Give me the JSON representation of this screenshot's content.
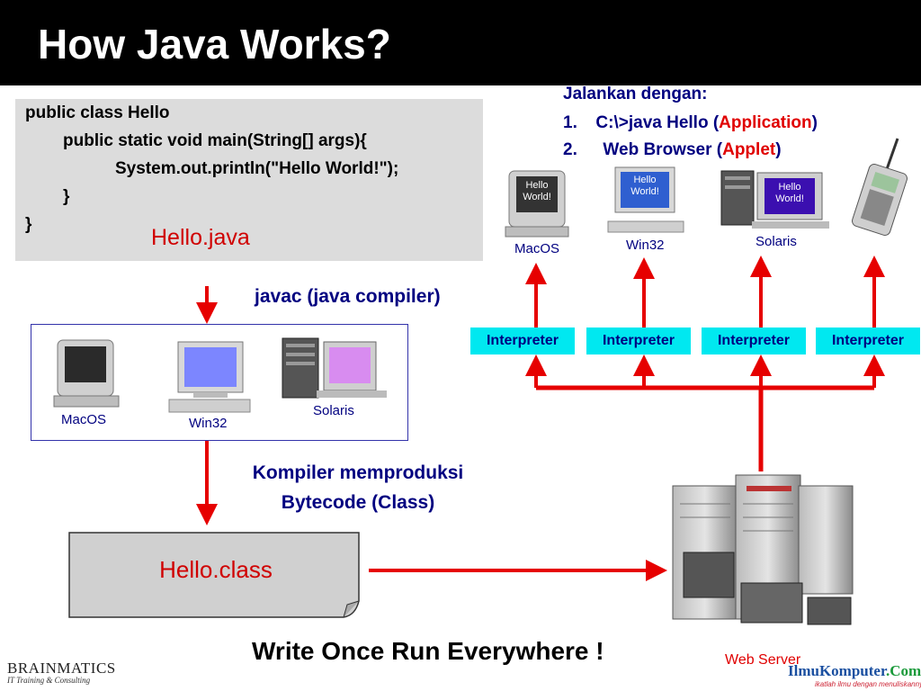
{
  "title": "How Java Works?",
  "code": {
    "lines": [
      "public class Hello",
      "public static void main(String[] args){",
      "System.out.println(\"Hello World!\");",
      "}",
      "}"
    ],
    "filename": "Hello.java"
  },
  "compile_label": "javac (java compiler)",
  "source_platforms": [
    "MacOS",
    "Win32",
    "Solaris"
  ],
  "bytecode_label": [
    "Kompiler memproduksi",
    "Bytecode (Class)"
  ],
  "class_file": "Hello.class",
  "run": {
    "heading": "Jalankan dengan:",
    "items": [
      {
        "num": "1.",
        "text": "C:\\>java Hello (",
        "highlight": "Application",
        "end": ")"
      },
      {
        "num": "2.",
        "text": "Web Browser (",
        "highlight": "Applet",
        "end": ")"
      }
    ]
  },
  "target_platforms": [
    "MacOS",
    "Win32",
    "Solaris"
  ],
  "screen_text": [
    "Hello",
    "World!"
  ],
  "interpreters": [
    "Interpreter",
    "Interpreter",
    "Interpreter",
    "Interpreter"
  ],
  "web_server": "Web Server",
  "slogan": "Write Once Run Everywhere !",
  "branding": {
    "left_logo": "BRAINMATICS",
    "left_tagline": "IT Training & Consulting",
    "right_logo": "IlmuKomputer",
    "right_logo_suffix": ".Com",
    "right_tagline": "ikatlah ilmu dengan menuliskannya"
  },
  "colors": {
    "arrow": "#e60000",
    "interpreter_bg": "#00e8f0",
    "label_blue": "#000080",
    "title_bg": "#000000"
  }
}
